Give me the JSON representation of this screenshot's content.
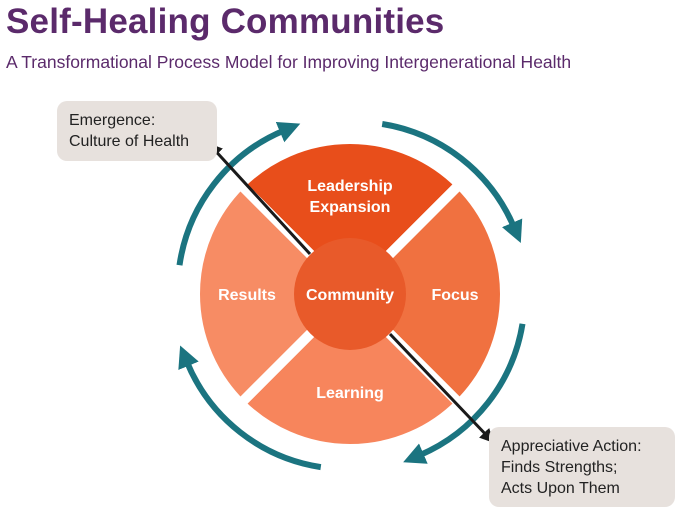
{
  "header": {
    "title": "Self-Healing Communities",
    "subtitle": "A Transformational Process Model for Improving Intergenerational Health"
  },
  "diagram": {
    "center": "Community",
    "segments": {
      "top": [
        "Leadership",
        "Expansion"
      ],
      "right": "Focus",
      "bottom": "Learning",
      "left": "Results"
    },
    "callouts": {
      "emergence": [
        "Emergence:",
        "Culture of Health"
      ],
      "appreciative": [
        "Appreciative Action:",
        "Finds Strengths;",
        "Acts Upon Them"
      ]
    },
    "colors": {
      "top_segment": "#e84e1b",
      "right_segment": "#f07140",
      "bottom_segment": "#f7855c",
      "left_segment": "#f78c64",
      "center_circle": "#e85a2a",
      "cycle_arrows": "#1b7480",
      "title_text": "#5b2a6b",
      "callout_background": "#e7e1dd"
    }
  }
}
